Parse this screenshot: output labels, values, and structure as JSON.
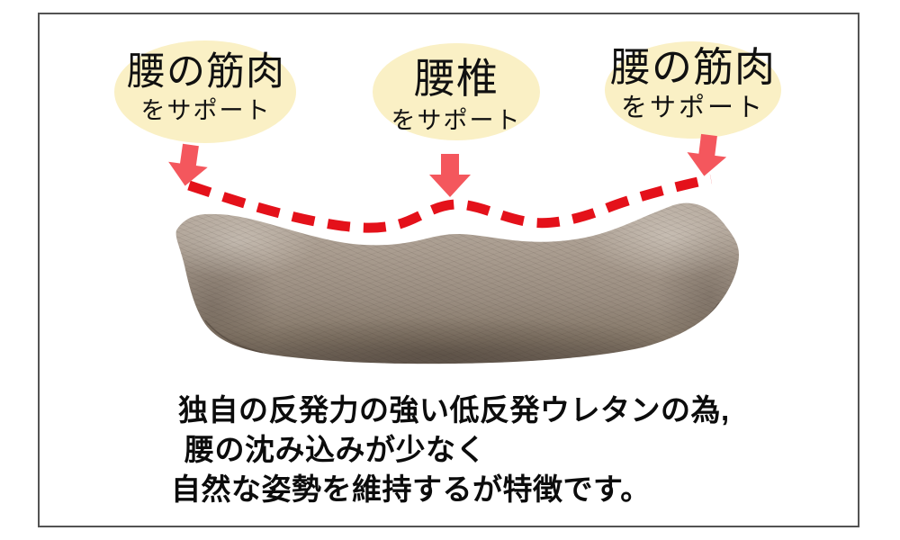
{
  "callouts": [
    {
      "id": "left",
      "title": "腰の筋肉",
      "subtitle": "をサポート"
    },
    {
      "id": "center",
      "title": "腰椎",
      "subtitle": "をサポート"
    },
    {
      "id": "right",
      "title": "腰の筋肉",
      "subtitle": "をサポート"
    }
  ],
  "description": {
    "lines": [
      "独自の反発力の強い低反発ウレタンの為,",
      "腰の沈み込みが少なく",
      "自然な姿勢を維持するが特徴です。"
    ]
  },
  "icons": {
    "down_arrow_left": "⬇",
    "down_arrow_center": "⬇",
    "down_arrow_right": "⬇"
  },
  "colors": {
    "bubble": "#FAF0C5",
    "arrow": "#F4575D",
    "dash": "#E4111A",
    "border": "#535353",
    "pillow_light": "#B3A79B",
    "pillow_dark": "#71655B",
    "text": "#0c0c0c"
  }
}
